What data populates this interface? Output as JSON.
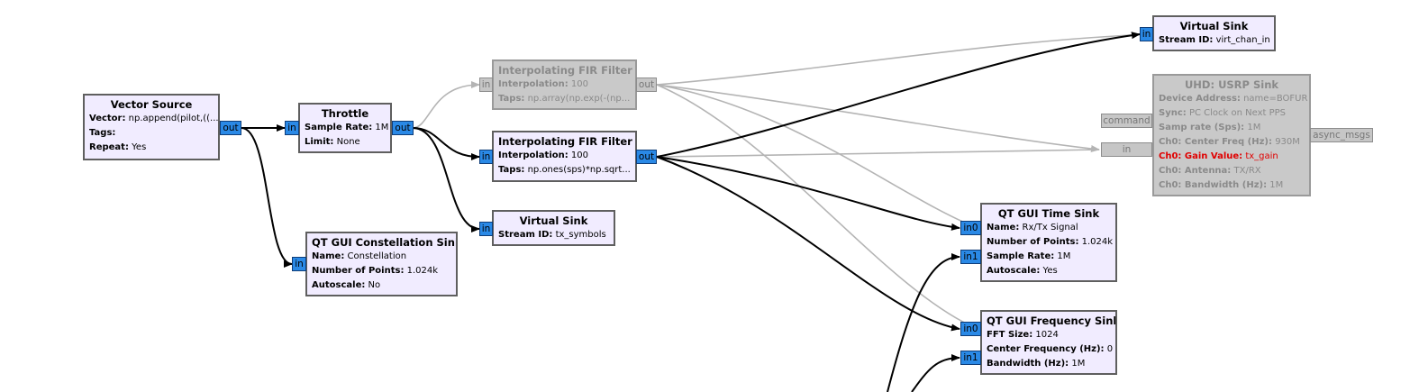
{
  "blocks": {
    "vector_source": {
      "title": "Vector Source",
      "params": [
        {
          "k": "Vector:",
          "v": "np.append(pilot,((..."
        },
        {
          "k": "Tags:",
          "v": ""
        },
        {
          "k": "Repeat:",
          "v": "Yes"
        }
      ]
    },
    "throttle": {
      "title": "Throttle",
      "params": [
        {
          "k": "Sample Rate:",
          "v": "1M"
        },
        {
          "k": "Limit:",
          "v": "None"
        }
      ]
    },
    "fir1": {
      "title": "Interpolating FIR Filter",
      "params": [
        {
          "k": "Interpolation:",
          "v": "100"
        },
        {
          "k": "Taps:",
          "v": "np.array(np.exp(-(np..."
        }
      ]
    },
    "fir2": {
      "title": "Interpolating FIR Filter",
      "params": [
        {
          "k": "Interpolation:",
          "v": "100"
        },
        {
          "k": "Taps:",
          "v": "np.ones(sps)*np.sqrt..."
        }
      ]
    },
    "virtual_sink_tx": {
      "title": "Virtual Sink",
      "params": [
        {
          "k": "Stream ID:",
          "v": "tx_symbols"
        }
      ]
    },
    "const_sink": {
      "title": "QT GUI Constellation Sink",
      "params": [
        {
          "k": "Name:",
          "v": "Constellation"
        },
        {
          "k": "Number of Points:",
          "v": "1.024k"
        },
        {
          "k": "Autoscale:",
          "v": "No"
        }
      ]
    },
    "virtual_sink_chan": {
      "title": "Virtual Sink",
      "params": [
        {
          "k": "Stream ID:",
          "v": "virt_chan_in"
        }
      ]
    },
    "usrp_sink": {
      "title": "UHD: USRP Sink",
      "params": [
        {
          "k": "Device Address:",
          "v": "name=BOFUR"
        },
        {
          "k": "Sync:",
          "v": "PC Clock on Next PPS"
        },
        {
          "k": "Samp rate (Sps):",
          "v": "1M"
        },
        {
          "k": "Ch0: Center Freq (Hz):",
          "v": "930M"
        },
        {
          "k": "Ch0: Gain Value:",
          "v": "tx_gain"
        },
        {
          "k": "Ch0: Antenna:",
          "v": "TX/RX"
        },
        {
          "k": "Ch0: Bandwidth (Hz):",
          "v": "1M"
        }
      ]
    },
    "time_sink": {
      "title": "QT GUI Time Sink",
      "params": [
        {
          "k": "Name:",
          "v": "Rx/Tx Signal"
        },
        {
          "k": "Number of Points:",
          "v": "1.024k"
        },
        {
          "k": "Sample Rate:",
          "v": "1M"
        },
        {
          "k": "Autoscale:",
          "v": "Yes"
        }
      ]
    },
    "freq_sink": {
      "title": "QT GUI Frequency Sink",
      "params": [
        {
          "k": "FFT Size:",
          "v": "1024"
        },
        {
          "k": "Center Frequency (Hz):",
          "v": "0"
        },
        {
          "k": "Bandwidth (Hz):",
          "v": "1M"
        }
      ]
    }
  },
  "ports": {
    "out": "out",
    "in": "in",
    "in0": "in0",
    "in1": "in1",
    "command": "command",
    "async_msgs": "async_msgs"
  },
  "colors": {
    "block_bg": "#f1ecff",
    "block_border": "#5f5f5f",
    "port": "#2a89e6",
    "disabled_bg": "#c9c9c9",
    "wire": "#000000",
    "wire_disabled": "#b4b4b4",
    "error_text": "#e00000"
  }
}
